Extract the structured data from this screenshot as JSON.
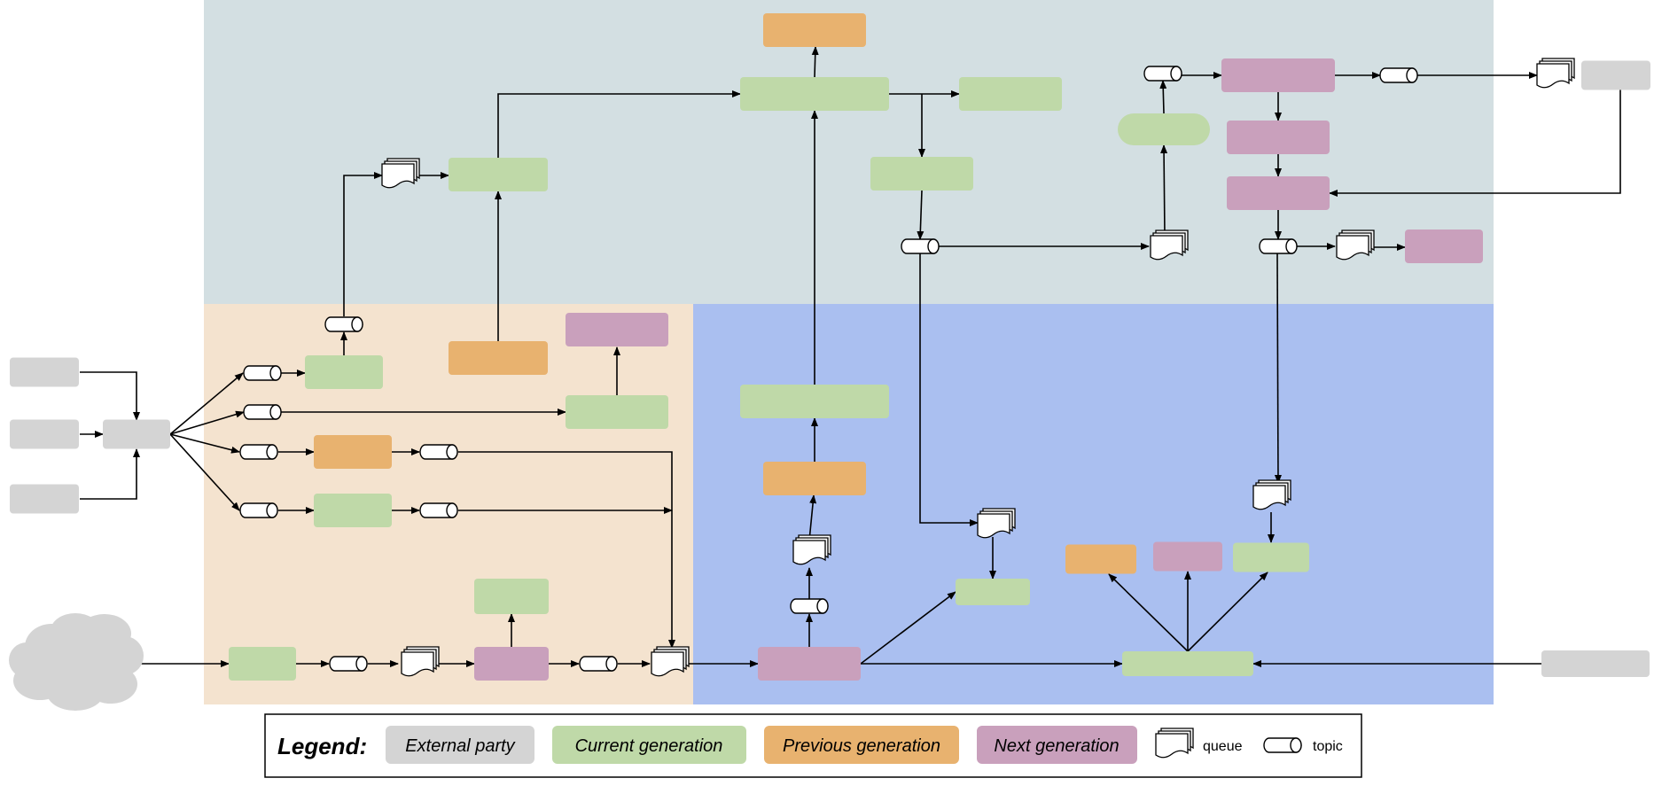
{
  "colors": {
    "external": "#d4d4d4",
    "current": "#bfd9a8",
    "previous": "#e8b26f",
    "next": "#c9a0bc",
    "region_top": "#d3dfe2",
    "region_left": "#f4e3cf",
    "region_right": "#aabff0"
  },
  "node_kinds": [
    "external",
    "current",
    "previous",
    "next",
    "queue",
    "topic",
    "cloud"
  ],
  "legend": {
    "title": "Legend:",
    "external_label": "External party",
    "current_label": "Current generation",
    "previous_label": "Previous generation",
    "next_label": "Next generation",
    "queue_label": "queue",
    "topic_label": "topic"
  }
}
